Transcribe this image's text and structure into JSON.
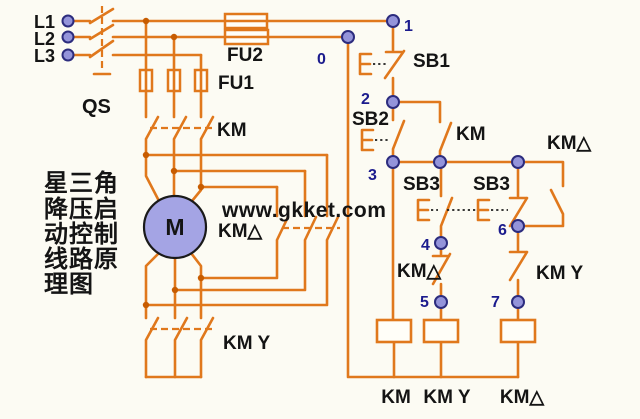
{
  "watermark": {
    "text": "www.gkket.com",
    "color": "#6603cc"
  },
  "title": {
    "lines": [
      "星三角",
      "降压启",
      "动控制",
      "线路原",
      "理图"
    ]
  },
  "colors": {
    "wire": "#e0781c",
    "junction": "#c75c00",
    "node_fill": "#9494da",
    "node_stroke": "#2c2c7e",
    "motor_fill": "#a4a4e4",
    "number": "#1b1b8d",
    "label": "#141414",
    "background": "#fcfbf3",
    "watermark": "#6603cc"
  },
  "power": {
    "terminals": [
      {
        "label": "L1"
      },
      {
        "label": "L2"
      },
      {
        "label": "L3"
      }
    ],
    "isolator": "QS",
    "fuse_control": "FU2",
    "fuse_main": "FU1",
    "contactor_main": "KM",
    "contactor_delta": "KM△",
    "contactor_star": "KM Y",
    "motor": "M"
  },
  "control": {
    "wire_numbers": [
      "0",
      "1",
      "2",
      "3",
      "4",
      "5",
      "6",
      "7"
    ],
    "stop_button": "SB1",
    "start_button": "SB2",
    "seal_contact": "KM",
    "transfer_button_no": "SB3",
    "transfer_button_nc": "SB3",
    "delta_seal_contact": "KM△",
    "delta_interlock": "KM△",
    "star_interlock": "KM Y",
    "coils": [
      {
        "label": "KM"
      },
      {
        "label": "KM Y"
      },
      {
        "label": "KM△"
      }
    ]
  }
}
